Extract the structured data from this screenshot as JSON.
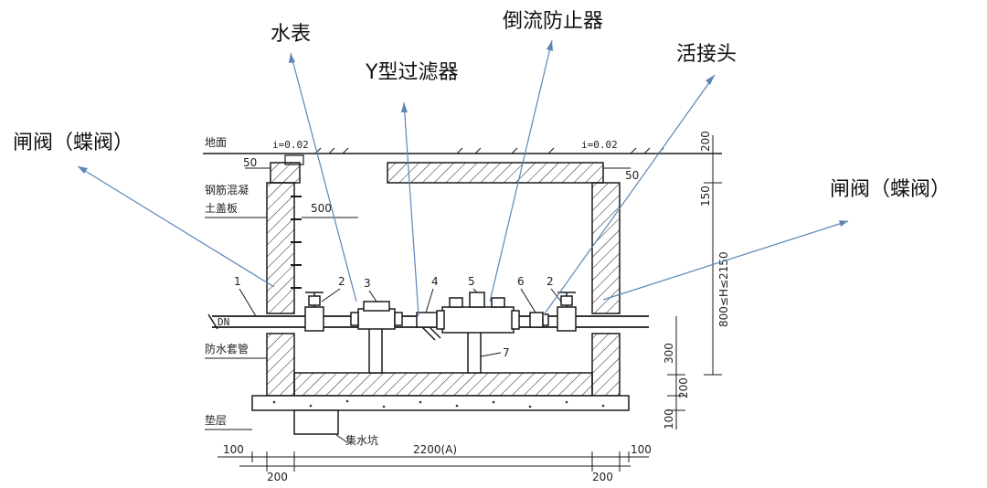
{
  "callouts": {
    "gate_valve_left": "闸阀（蝶阀）",
    "water_meter": "水表",
    "y_strainer": "Y型过滤器",
    "backflow_preventer": "倒流防止器",
    "union_joint": "活接头",
    "gate_valve_right": "闸阀（蝶阀）"
  },
  "drawing": {
    "ground": "地面",
    "slope_left": "i=0.02",
    "slope_right": "i=0.02",
    "cover_line1": "钢筋混凝",
    "cover_line2": "土盖板",
    "sleeve": "防水套管",
    "cushion": "垫层",
    "sump": "集水坑",
    "dn_label": "DN",
    "part_numbers": [
      "1",
      "2",
      "3",
      "4",
      "5",
      "6",
      "2",
      "7"
    ]
  },
  "dimensions": {
    "d50_left": "50",
    "d50_right": "50",
    "d500": "500",
    "d200_top": "200",
    "d150": "150",
    "d_height": "800≤H≤2150",
    "d300": "300",
    "d200_mid": "200",
    "d100_right": "100",
    "d100_bottom_left": "100",
    "d2200": "2200(A)",
    "d100_bottom_right": "100",
    "d200_bottom_left": "200",
    "d200_bottom_right": "200"
  },
  "colors": {
    "leader": "#5b86b5",
    "line": "#1a1a1a"
  }
}
